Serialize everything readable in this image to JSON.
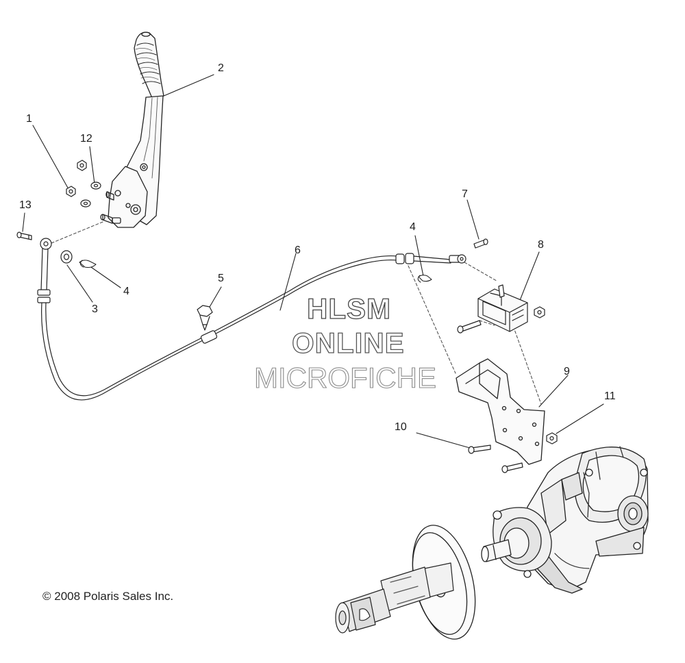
{
  "callouts": {
    "c1": "1",
    "c2": "2",
    "c3": "3",
    "c4a": "4",
    "c4b": "4",
    "c5": "5",
    "c6": "6",
    "c7": "7",
    "c8": "8",
    "c9": "9",
    "c10": "10",
    "c11": "11",
    "c12": "12",
    "c13": "13"
  },
  "watermark": {
    "line1": "HLSM",
    "line2": "ONLINE",
    "line3": "MICROFICHE"
  },
  "copyright": "© 2008 Polaris Sales Inc."
}
